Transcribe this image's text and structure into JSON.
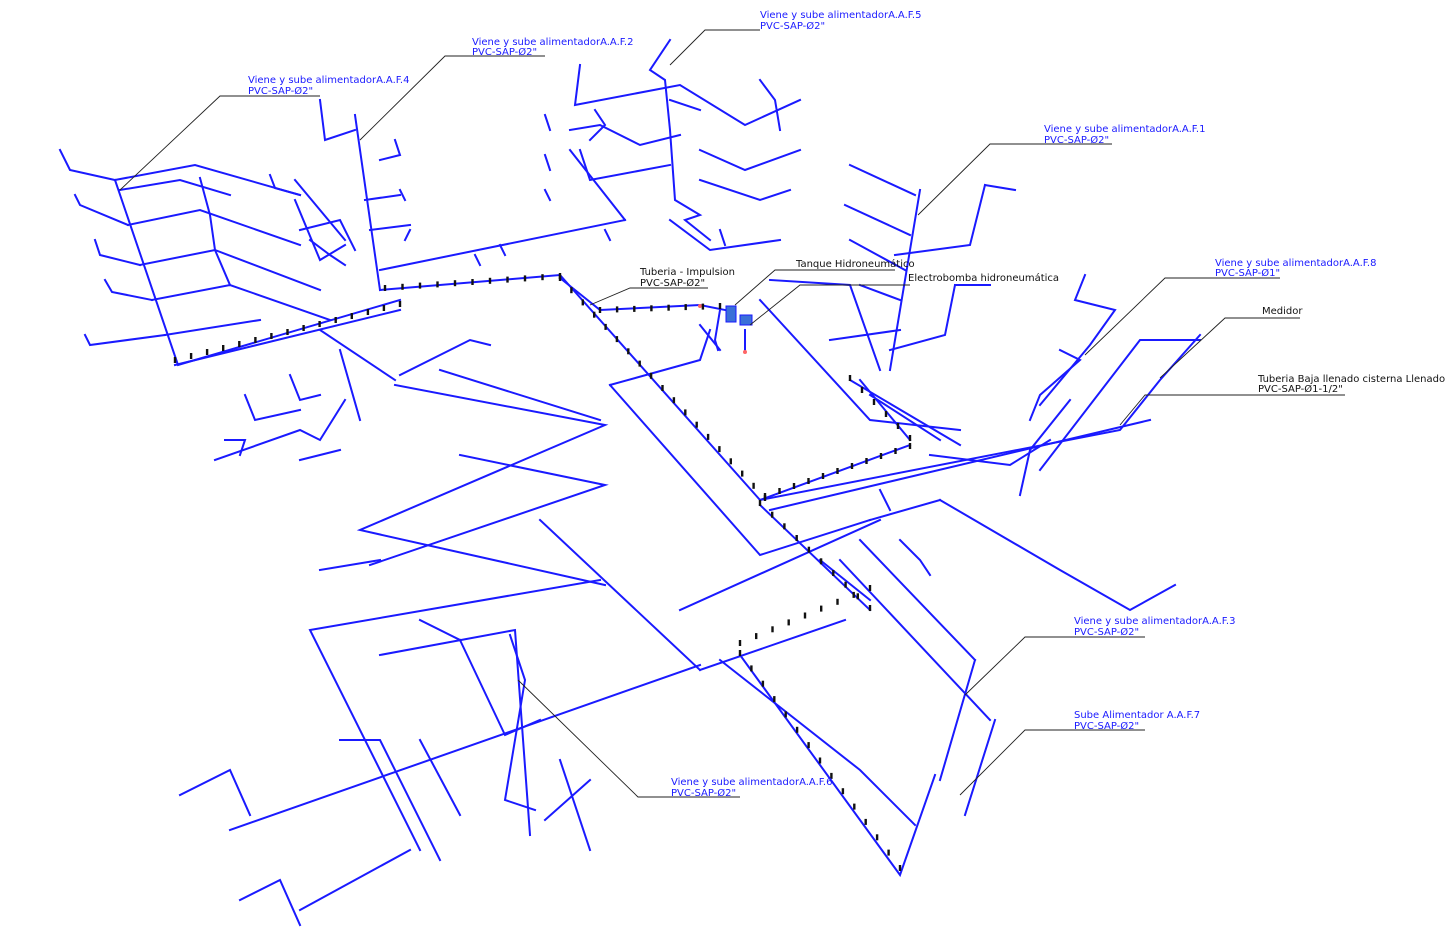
{
  "diagram": {
    "line_color": "#1a1aff",
    "leader_color": "#222222",
    "labels": [
      {
        "id": "aaf5",
        "line1": "Viene y sube alimentadorA.A.F.5",
        "line2": "PVC-SAP-Ø2\"",
        "color": "#1a1aff"
      },
      {
        "id": "aaf2",
        "line1": "Viene y sube alimentadorA.A.F.2",
        "line2": "PVC-SAP-Ø2\"",
        "color": "#1a1aff"
      },
      {
        "id": "aaf4",
        "line1": "Viene y sube alimentadorA.A.F.4",
        "line2": "PVC-SAP-Ø2\"",
        "color": "#1a1aff"
      },
      {
        "id": "aaf1",
        "line1": "Viene y sube alimentadorA.A.F.1",
        "line2": "PVC-SAP-Ø2\"",
        "color": "#1a1aff"
      },
      {
        "id": "impulsion",
        "line1": "Tuberia - Impulsion",
        "line2": "PVC-SAP-Ø2\"",
        "color": "#111111"
      },
      {
        "id": "tanque",
        "line1": "Tanque Hidroneumático",
        "line2": "",
        "color": "#111111"
      },
      {
        "id": "electrobomba",
        "line1": "Electrobomba hidroneumática",
        "line2": "",
        "color": "#111111"
      },
      {
        "id": "aaf8",
        "line1": "Viene y sube alimentadorA.A.F.8",
        "line2": "PVC-SAP-Ø1\"",
        "color": "#1a1aff"
      },
      {
        "id": "medidor",
        "line1": "Medidor",
        "line2": "",
        "color": "#111111"
      },
      {
        "id": "baja",
        "line1": "Tuberia Baja llenado cisterna Llenado",
        "line2": "PVC-SAP-Ø1-1/2\"",
        "color": "#111111"
      },
      {
        "id": "aaf3",
        "line1": "Viene y sube alimentadorA.A.F.3",
        "line2": "PVC-SAP-Ø2\"",
        "color": "#1a1aff"
      },
      {
        "id": "aaf7",
        "line1": "Sube Alimentador A.A.F.7",
        "line2": "PVC-SAP-Ø2\"",
        "color": "#1a1aff"
      },
      {
        "id": "aaf6",
        "line1": "Viene y sube alimentadorA.A.F.6",
        "line2": "PVC-SAP-Ø2\"",
        "color": "#1a1aff"
      }
    ]
  }
}
